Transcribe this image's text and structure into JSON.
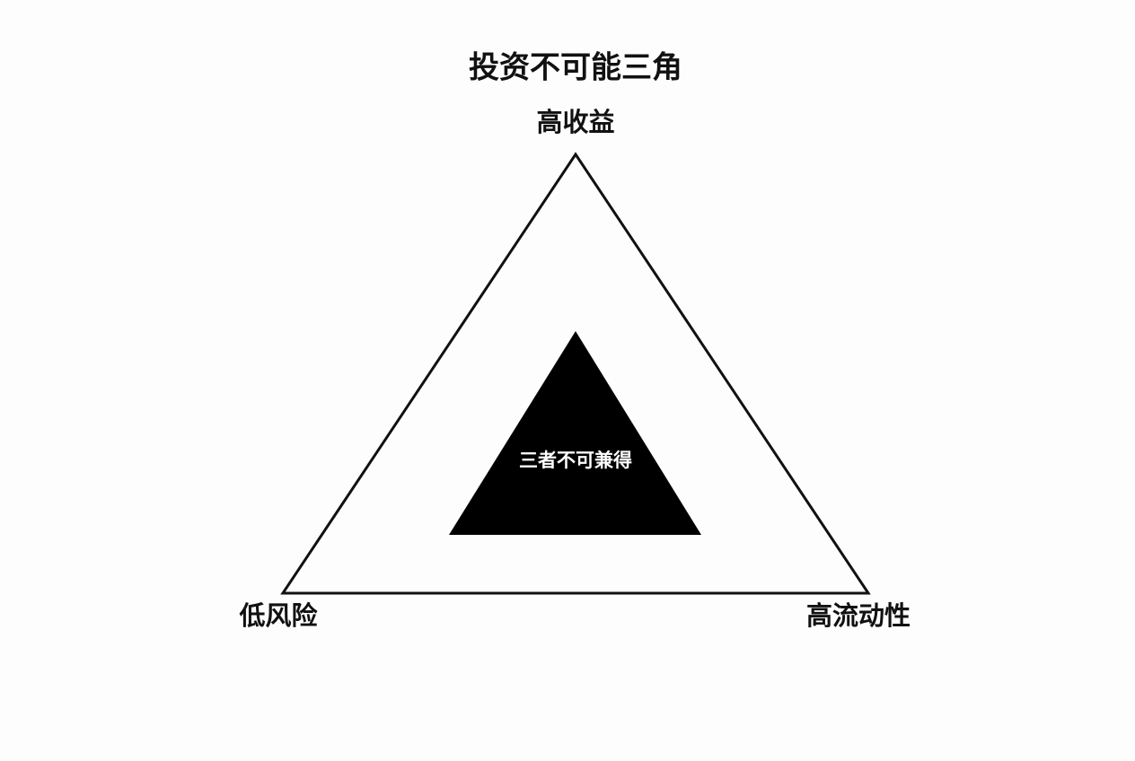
{
  "title": "投资不可能三角",
  "vertices": {
    "top": "高收益",
    "bottom_left": "低风险",
    "bottom_right": "高流动性"
  },
  "center_text": "三者不可兼得",
  "colors": {
    "outline": "#111111",
    "inner_fill": "#000000",
    "background": "#fdfdfd"
  }
}
